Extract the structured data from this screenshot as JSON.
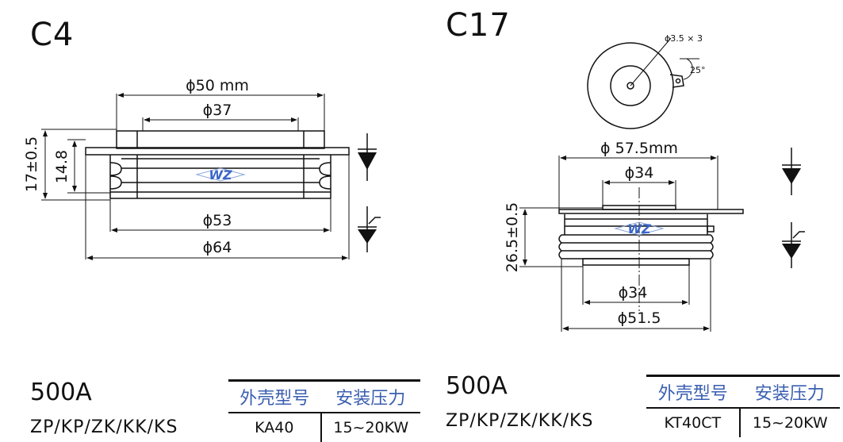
{
  "left": {
    "title": "C4",
    "dims": {
      "d50": "ϕ50 mm",
      "d37": "ϕ37",
      "d53": "ϕ53",
      "d64": "ϕ64",
      "h17": "17±0.5",
      "h148": "14.8"
    },
    "rating": "500A",
    "models": "ZP/KP/ZK/KK/KS",
    "table": {
      "headers": [
        "外壳型号",
        "安装压力"
      ],
      "row": [
        "KA40",
        "15~20KW"
      ]
    }
  },
  "right": {
    "title": "C17",
    "dims": {
      "hole": "ϕ3.5 × 3",
      "angle": "25°",
      "d575": "ϕ 57.5mm",
      "d34top": "ϕ34",
      "d34bot": "ϕ34",
      "d515": "ϕ51.5",
      "h265": "26.5±0.5"
    },
    "rating": "500A",
    "models": "ZP/KP/ZK/KK/KS",
    "table": {
      "headers": [
        "外壳型号",
        "安装压力"
      ],
      "row": [
        "KT40CT",
        "15~20KW"
      ]
    }
  },
  "watermark": "WZ",
  "colors": {
    "line": "#111111",
    "header_text": "#3a5fb0",
    "watermark": "#3a66c8"
  }
}
